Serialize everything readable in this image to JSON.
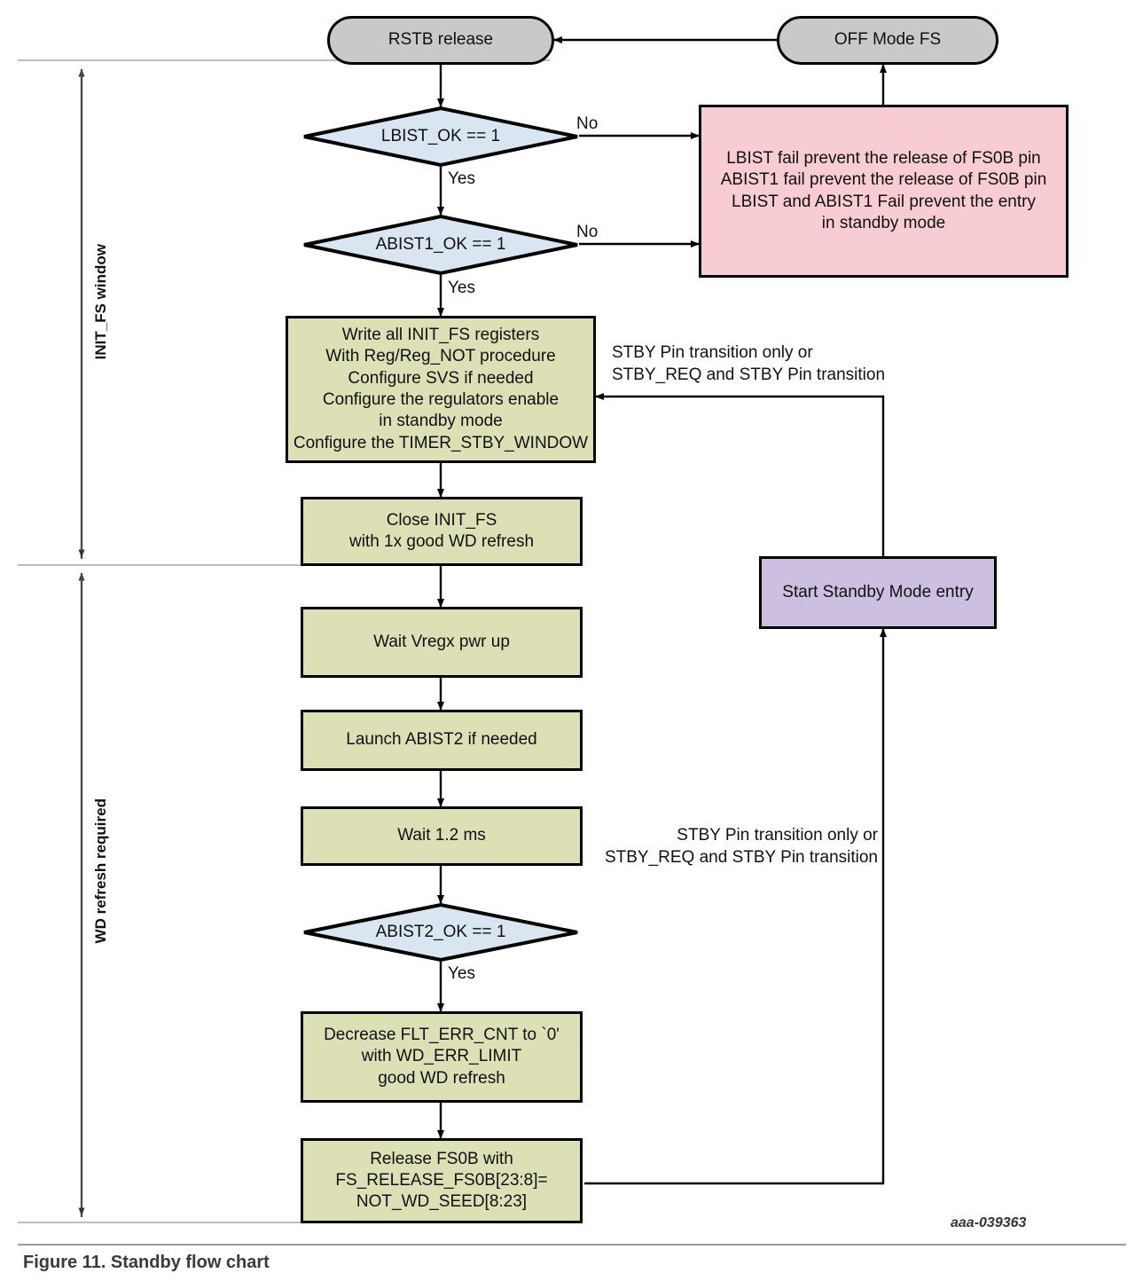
{
  "figure": {
    "caption": "Figure 11.  Standby flow chart",
    "code": "aaa-039363"
  },
  "colors": {
    "terminator_fill": "#c9c9c9",
    "decision_fill": "#dae5f2",
    "process_fill": "#dce0b4",
    "error_fill": "#f7ccd2",
    "standby_fill": "#cdbfe0",
    "stroke": "#000000"
  },
  "nodes": {
    "rstb_release": "RSTB release",
    "off_mode_fs": "OFF Mode FS",
    "lbist_ok": "LBIST_OK == 1",
    "abist1_ok": "ABIST1_OK == 1",
    "abist2_ok": "ABIST2_OK == 1",
    "fail_box": "LBIST fail prevent the release of FS0B pin\nABIST1 fail prevent the release of FS0B pin\nLBIST and ABIST1 Fail prevent the entry\nin standby mode",
    "write_init_fs": "Write all INIT_FS registers\nWith Reg/Reg_NOT procedure\nConfigure SVS if needed\nConfigure the regulators enable\nin standby mode\nConfigure the TIMER_STBY_WINDOW",
    "close_init_fs": "Close INIT_FS\nwith 1x good WD refresh",
    "wait_vregx": "Wait Vregx pwr up",
    "launch_abist2": "Launch ABIST2 if needed",
    "wait_12ms": "Wait 1.2 ms",
    "decrease_flt": "Decrease FLT_ERR_CNT to `0'\nwith WD_ERR_LIMIT\ngood WD refresh",
    "release_fs0b": "Release FS0B with\nFS_RELEASE_FS0B[23:8]=\nNOT_WD_SEED[8:23]",
    "start_standby": "Start Standby Mode entry"
  },
  "edge_labels": {
    "lbist_no": "No",
    "lbist_yes": "Yes",
    "abist1_no": "No",
    "abist1_yes": "Yes",
    "abist2_yes": "Yes",
    "stby_top": "STBY Pin transition only or\nSTBY_REQ and STBY Pin transition",
    "stby_bottom": "STBY Pin transition only or\nSTBY_REQ and STBY Pin transition"
  },
  "side_labels": {
    "init_fs_window": "INIT_FS window",
    "wd_refresh_required": "WD refresh required"
  }
}
